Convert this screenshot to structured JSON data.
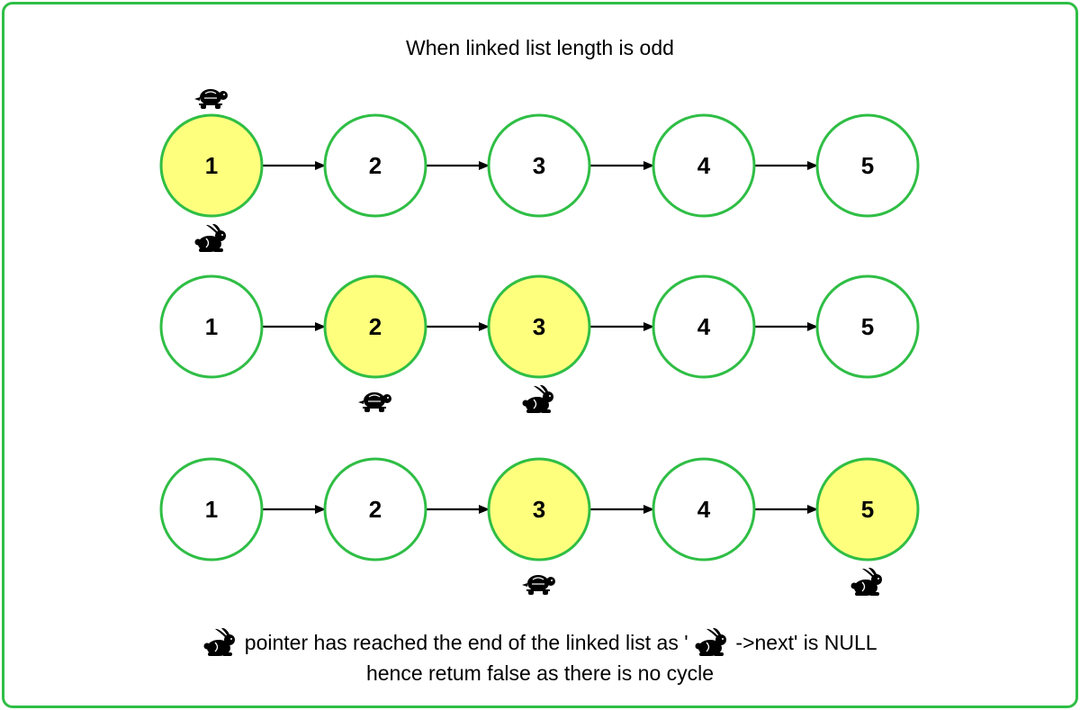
{
  "title": "When linked list length is odd",
  "rows": [
    {
      "nodes": [
        "1",
        "2",
        "3",
        "4",
        "5"
      ],
      "highlighted": [
        0
      ],
      "slow_at": 0,
      "fast_at": 0,
      "slow_pos": "above",
      "fast_pos": "below"
    },
    {
      "nodes": [
        "1",
        "2",
        "3",
        "4",
        "5"
      ],
      "highlighted": [
        1,
        2
      ],
      "slow_at": 1,
      "fast_at": 2,
      "slow_pos": "below",
      "fast_pos": "below"
    },
    {
      "nodes": [
        "1",
        "2",
        "3",
        "4",
        "5"
      ],
      "highlighted": [
        2,
        4
      ],
      "slow_at": 2,
      "fast_at": 4,
      "slow_pos": "below",
      "fast_pos": "below"
    }
  ],
  "icons": {
    "slow": "turtle-icon",
    "fast": "rabbit-icon"
  },
  "caption": {
    "part1": " pointer has reached the end of the linked list as ' ",
    "part2": " ->next' is NULL",
    "line2": "hence retum false as there is no cycle"
  },
  "colors": {
    "border": "#2fbe45",
    "node_stroke": "#2fbe45",
    "node_fill": "#ffffff",
    "highlight_fill": "#ffff7e",
    "arrow": "#000000",
    "text": "#000000"
  }
}
